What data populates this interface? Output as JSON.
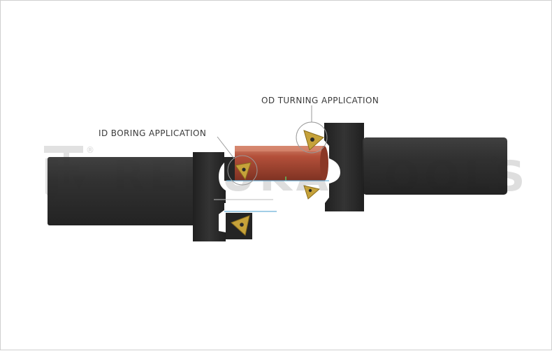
{
  "labels": {
    "od": "OD TURNING APPLICATION",
    "id": "ID BORING APPLICATION"
  },
  "watermark": {
    "text": "RENUKA TOOLS",
    "registered": "®"
  },
  "colors": {
    "tool_body": "#2c2c2c",
    "tool_body_dark": "#1f1f1f",
    "tool_highlight": "#3f3f3f",
    "workpiece": "#b4503a",
    "workpiece_dark": "#7e3222",
    "workpiece_light": "#d2876f",
    "insert": "#c6a23a",
    "insert_dark": "#8a6d1c",
    "callout_line": "#9a9a9a",
    "watermark": "#dcdcdc"
  },
  "icons": [
    "renuka-logo-icon",
    "od-insert-icon",
    "id-insert-icon",
    "lower-insert-icon"
  ]
}
